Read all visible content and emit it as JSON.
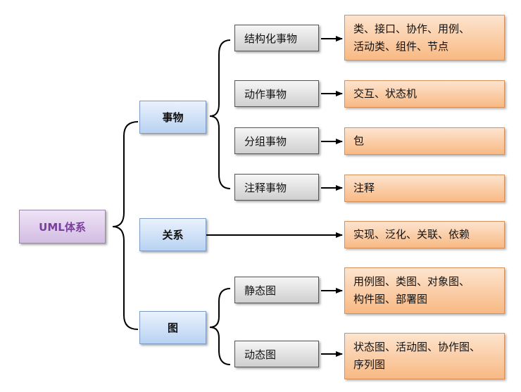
{
  "root": {
    "label": "UML体系"
  },
  "things": {
    "label": "事物",
    "children": [
      {
        "label": "结构化事物",
        "leaf": [
          "类、接口、协作、用例、",
          "活动类、组件、节点"
        ]
      },
      {
        "label": "动作事物",
        "leaf": [
          "交互、状态机"
        ]
      },
      {
        "label": "分组事物",
        "leaf": [
          "包"
        ]
      },
      {
        "label": "注释事物",
        "leaf": [
          "注释"
        ]
      }
    ]
  },
  "relations": {
    "label": "关系",
    "leaf": "实现、泛化、关联、依赖"
  },
  "diagrams": {
    "label": "图",
    "children": [
      {
        "label": "静态图",
        "leaf": [
          "用例图、类图、对象图、",
          "构件图、部署图"
        ]
      },
      {
        "label": "动态图",
        "leaf": [
          "状态图、活动图、协作图、",
          "序列图"
        ]
      }
    ]
  },
  "colors": {
    "root": "#d3bde3",
    "level1": "#b8d2f2",
    "level2": "#cfcfcf",
    "leaf": "#f8b983"
  }
}
